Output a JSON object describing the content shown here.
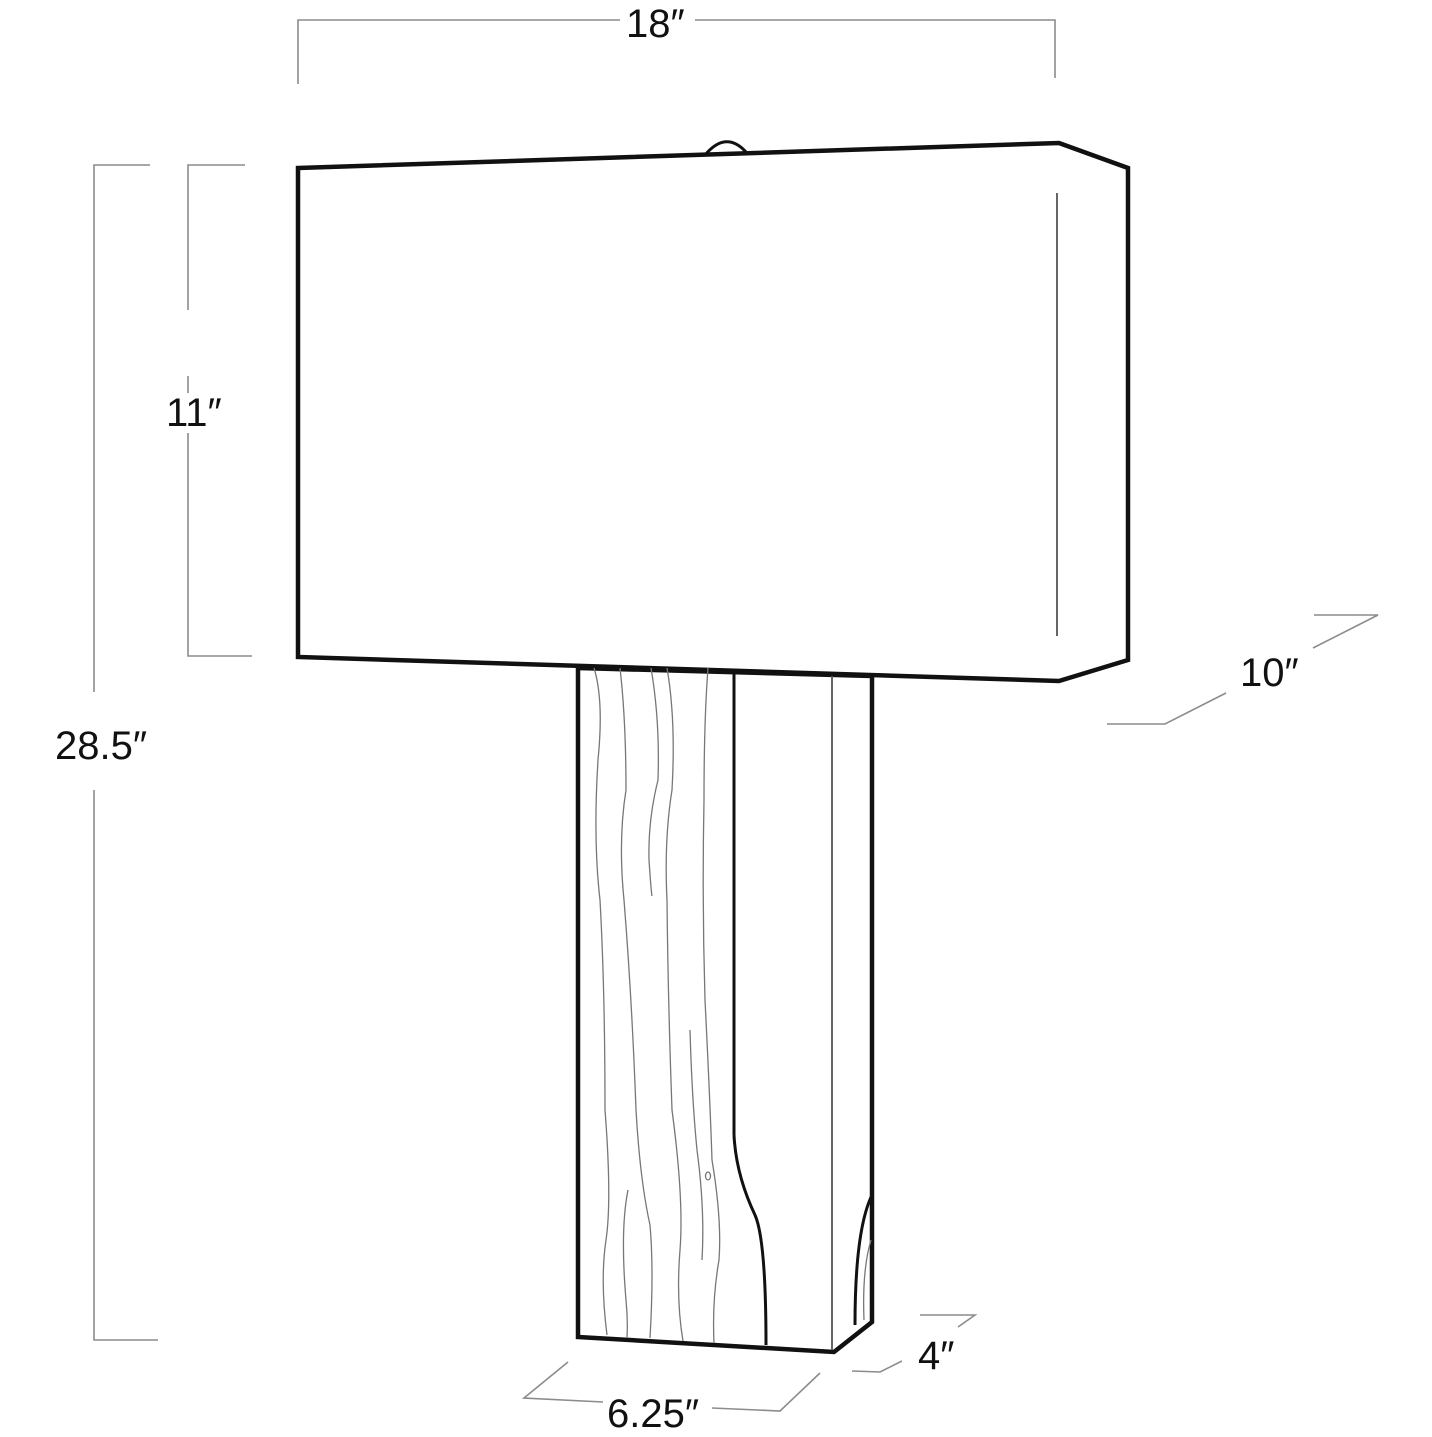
{
  "diagram": {
    "title": "Table lamp dimension drawing",
    "subject": "Rectangular shade table lamp on wood-grain block base",
    "colors": {
      "outline": "#111111",
      "dimension_line": "#8c8c8c",
      "grain": "#777777",
      "background": "#ffffff"
    },
    "dimensions": {
      "shade_width": {
        "label": "18″",
        "description": "Shade width"
      },
      "shade_height": {
        "label": "11″",
        "description": "Shade height"
      },
      "overall_height": {
        "label": "28.5″",
        "description": "Overall lamp height"
      },
      "shade_depth": {
        "label": "10″",
        "description": "Shade depth"
      },
      "base_width": {
        "label": "6.25″",
        "description": "Base width"
      },
      "base_depth": {
        "label": "4″",
        "description": "Base depth"
      }
    },
    "parts": [
      "shade",
      "finial",
      "base"
    ]
  }
}
